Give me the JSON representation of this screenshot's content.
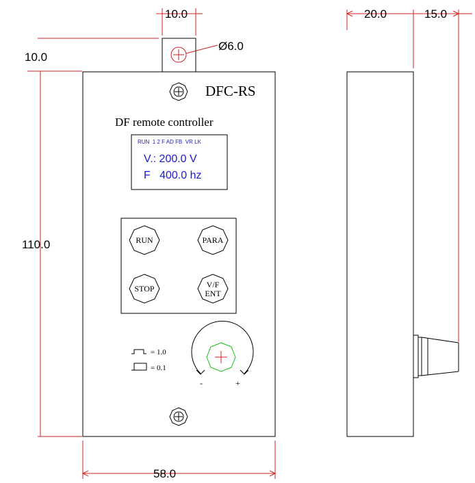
{
  "dimensions": {
    "tab_width": "10.0",
    "tab_height": "10.0",
    "hole_diameter": "Ø6.0",
    "body_height": "110.0",
    "body_width": "58.0",
    "side_depth": "20.0",
    "connector_length": "15.0"
  },
  "front_panel": {
    "model": "DFC-RS",
    "subtitle": "DF remote controller",
    "lcd": {
      "status_row": "RUN  1 2 F AD FB  VR LK",
      "line1": "V.: 200.0 V",
      "line2": "F   400.0 hz",
      "text_color": "#1a1ad0"
    },
    "buttons": {
      "run": "RUN",
      "para": "PARA",
      "stop": "STOP",
      "vf_ent_line1": "V/F",
      "vf_ent_line2": "ENT",
      "stop_color": "#d01010"
    },
    "step_legend": {
      "coarse": "= 1.0",
      "fine": "= 0.1"
    },
    "knob": {
      "minus": "-",
      "plus": "+",
      "color": "#12c012"
    }
  },
  "colors": {
    "dimension_lines": "#d02020",
    "outline": "#000000"
  }
}
